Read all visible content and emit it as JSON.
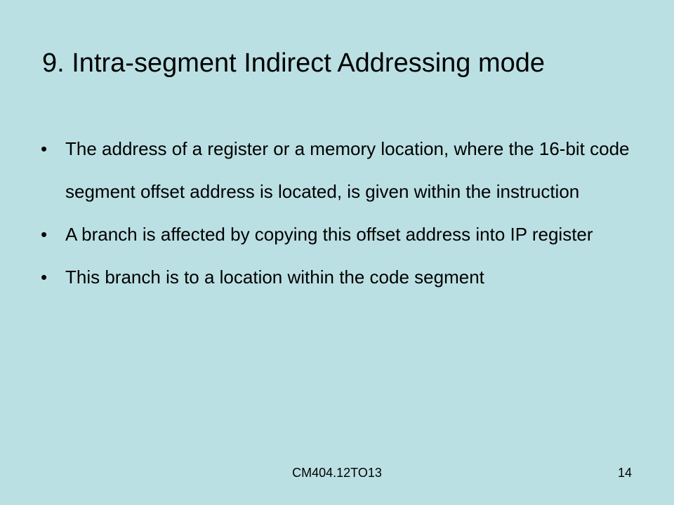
{
  "slide": {
    "title": "9. Intra-segment Indirect Addressing mode",
    "bullet_symbol": "•",
    "bullets": [
      "The address of a register or a memory location, where the 16-bit code segment offset address is located, is given within the instruction",
      "A branch is affected by copying this offset address into IP register",
      "This branch is to a location within the code segment"
    ],
    "footer": "CM404.12TO13",
    "page_number": "14"
  }
}
